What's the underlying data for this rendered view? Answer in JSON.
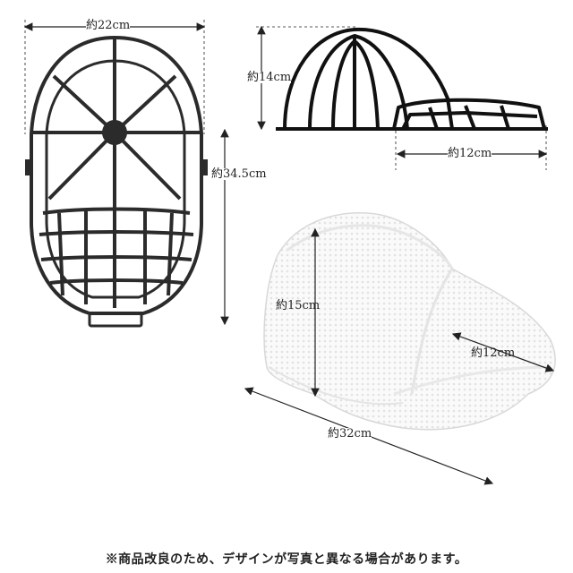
{
  "dimensions": {
    "frame_width": "約22cm",
    "frame_length": "約34.5cm",
    "frame_height": "約14cm",
    "frame_brim": "約12cm",
    "net_height": "約15cm",
    "net_brim": "約12cm",
    "net_length": "約32cm"
  },
  "footnote": "※商品改良のため、デザインが写真と異なる場合があります。",
  "colors": {
    "frame": "#2b2b2b",
    "mesh": "#f4f4f4",
    "dim_line": "#222222"
  }
}
